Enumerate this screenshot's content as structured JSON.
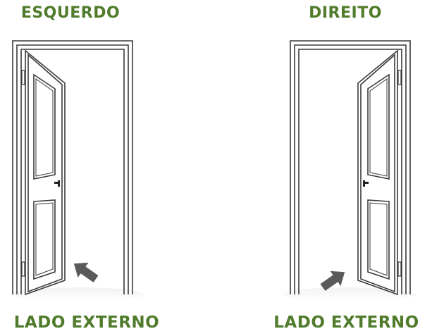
{
  "diagram": {
    "left": {
      "title": "ESQUERDO",
      "side_label": "LADO EXTERNO"
    },
    "right": {
      "title": "DIREITO",
      "side_label": "LADO EXTERNO"
    }
  },
  "colors": {
    "label_green": "#4f7b2a",
    "line": "#3a3a3a",
    "arrow": "#5a5a5a"
  },
  "icons": {
    "arrow": "arrow-icon",
    "handle": "door-handle-icon"
  }
}
